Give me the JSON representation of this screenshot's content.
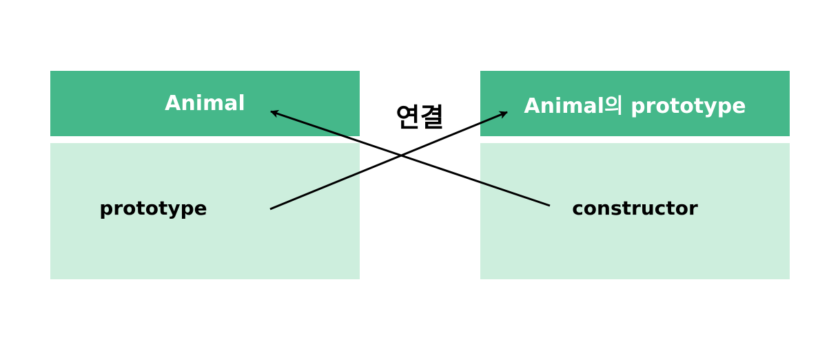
{
  "colors": {
    "header_bg": "#45b88a",
    "body_bg": "#cdeedd",
    "arrow": "#000000"
  },
  "left_box": {
    "title": "Animal",
    "field": "prototype"
  },
  "right_box": {
    "title": "Animal의 prototype",
    "field": "constructor"
  },
  "link_label": "연결"
}
